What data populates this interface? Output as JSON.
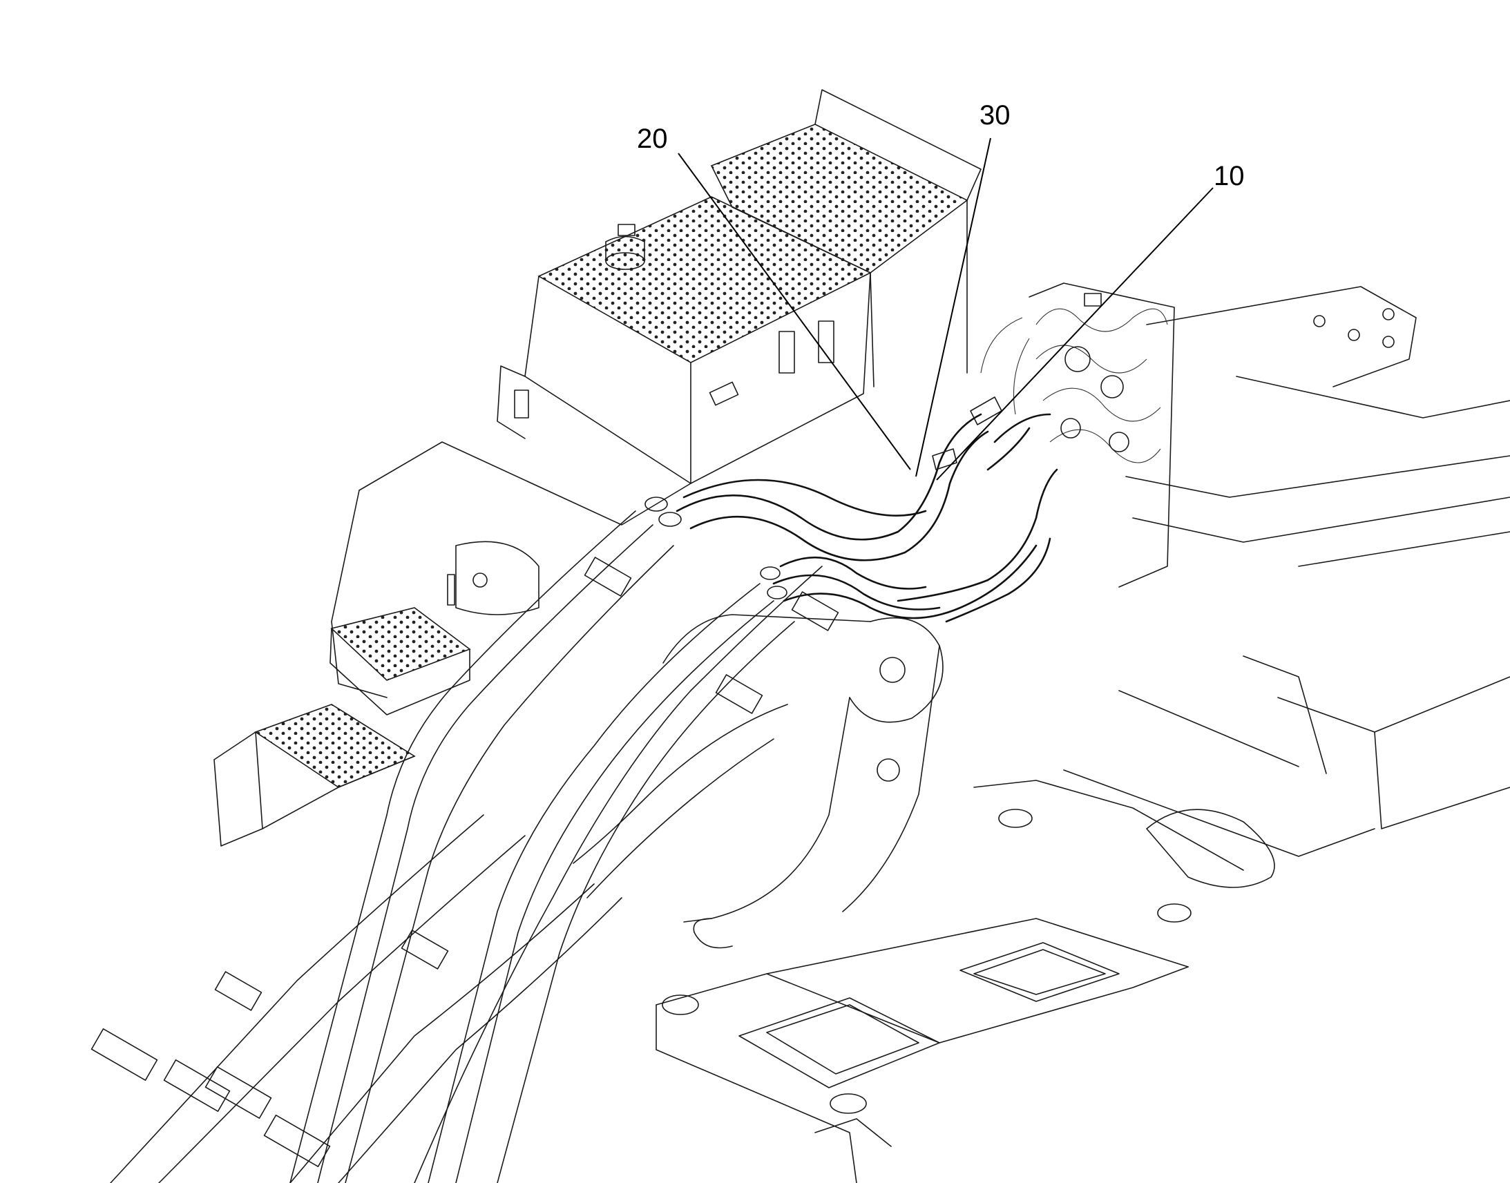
{
  "callouts": [
    {
      "id": "20",
      "label": "20"
    },
    {
      "id": "30",
      "label": "30"
    },
    {
      "id": "10",
      "label": "10"
    }
  ],
  "colors": {
    "line": "#1a1a1a",
    "background": "#ffffff"
  }
}
